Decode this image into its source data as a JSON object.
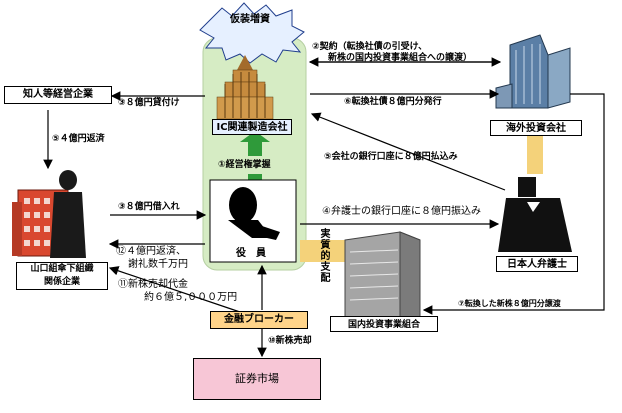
{
  "burst": {
    "label": "仮装増資"
  },
  "company_ic": {
    "label": "IC関連製造会社"
  },
  "officer": {
    "label": "役　員",
    "step1": "①経営権掌握"
  },
  "overseas": {
    "label": "海外投資会社"
  },
  "lawyer": {
    "label": "日本人弁護士"
  },
  "domestic": {
    "label": "国内投資事業組合"
  },
  "acquaintance": {
    "label": "知人等経営企業"
  },
  "yamaguchi": {
    "label_line1": "山口組傘下組織",
    "label_line2": "関係企業"
  },
  "broker": {
    "label": "金融ブローカー"
  },
  "market": {
    "label": "証券市場"
  },
  "control": {
    "label": "実質的支配"
  },
  "steps": {
    "s2_line1": "②契約（転換社債の引受け、",
    "s2_line2": "新株の国内投資事業組合への譲渡）",
    "s3": "③８億円貸付け",
    "s5": "⑤４億円返済",
    "s6": "⑥転換社債８億円分発行",
    "s5b": "⑤会社の銀行口座に８億円払込み",
    "s3b": "③８億円借入れ",
    "s4": "④弁護士の銀行口座に８億円振込み",
    "s12_line1": "⑫４億円返済、",
    "s12_line2": "謝礼数千万円",
    "s11_line1": "⑪新株売却代金",
    "s11_line2": "約６億５,０００万円",
    "s7": "⑦転換した新株８億円分譲渡",
    "s10": "⑩新株売却"
  },
  "colors": {
    "green_panel": "#d6ecc4",
    "yellow_band": "#f4d27a",
    "broker_fill": "#ffd48a",
    "market_fill": "#f7c6d6",
    "building_red": "#d9482f",
    "arrow_green": "#2f9a3a"
  }
}
